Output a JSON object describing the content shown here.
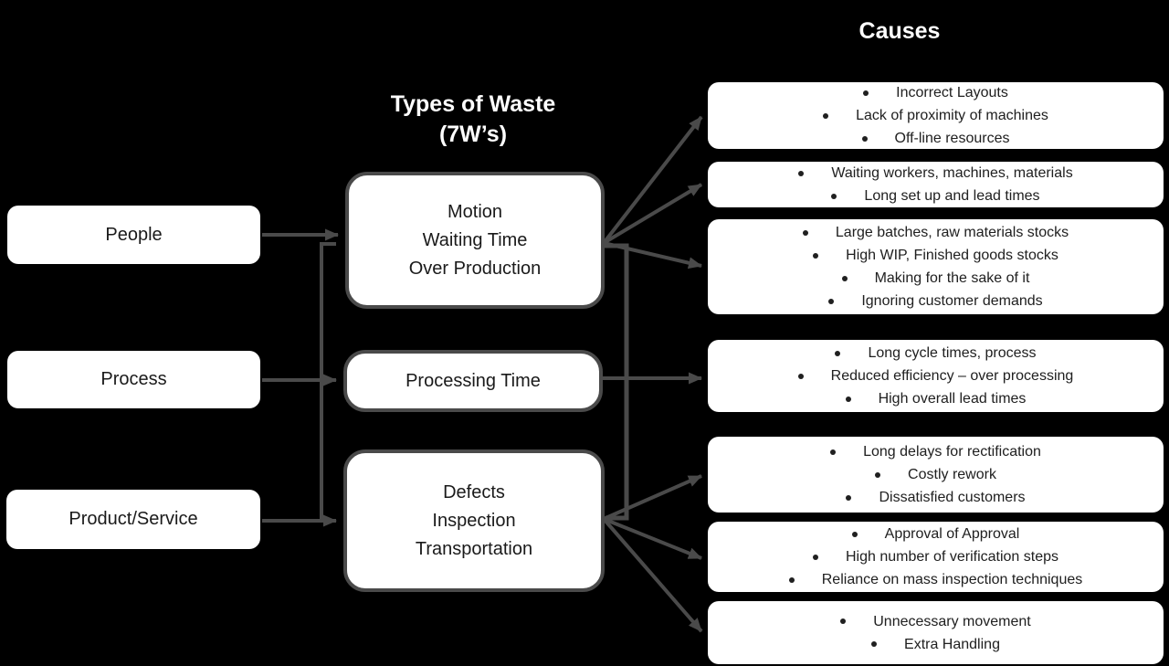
{
  "titles": {
    "causes": "Causes",
    "waste_line1": "Types of Waste",
    "waste_line2": "(7W’s)"
  },
  "sources": [
    {
      "label": "People"
    },
    {
      "label": "Process"
    },
    {
      "label": "Product/Service"
    }
  ],
  "wastes": [
    {
      "lines": [
        "Motion",
        "Waiting Time",
        "Over Production"
      ]
    },
    {
      "lines": [
        "Processing Time"
      ]
    },
    {
      "lines": [
        "Defects",
        "Inspection",
        "Transportation"
      ]
    }
  ],
  "causes": [
    {
      "items": [
        "Incorrect Layouts",
        "Lack of proximity of machines",
        "Off-line resources"
      ]
    },
    {
      "items": [
        "Waiting workers, machines, materials",
        "Long set up and lead times"
      ]
    },
    {
      "items": [
        "Large batches, raw materials stocks",
        "High WIP, Finished goods stocks",
        "Making for the sake of it",
        "Ignoring customer demands"
      ]
    },
    {
      "items": [
        "Long cycle times, process",
        "Reduced efficiency – over processing",
        "High overall lead times"
      ]
    },
    {
      "items": [
        "Long delays for rectification",
        "Costly rework",
        "Dissatisfied customers"
      ]
    },
    {
      "items": [
        "Approval of Approval",
        "High number of verification steps",
        "Reliance on mass inspection techniques"
      ]
    },
    {
      "items": [
        "Unnecessary movement",
        "Extra Handling"
      ]
    }
  ],
  "colors": {
    "background": "#000000",
    "box_fill": "#ffffff",
    "connector": "#4a4a4a",
    "text": "#202020"
  }
}
